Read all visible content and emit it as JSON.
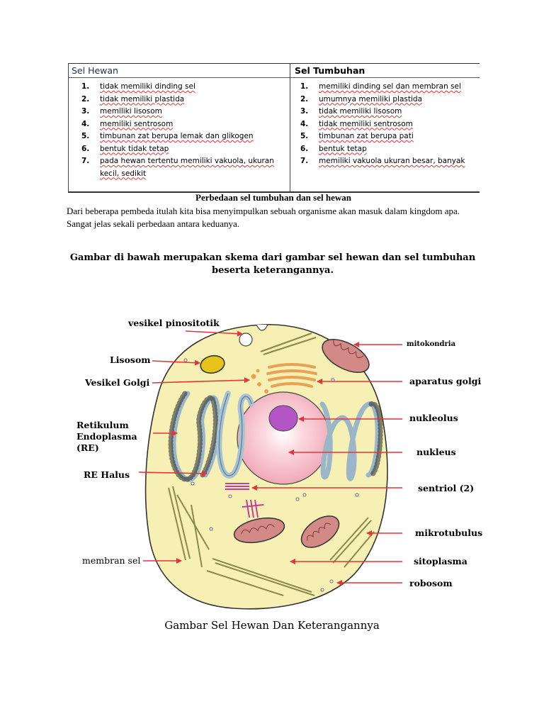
{
  "table": {
    "left_header": "Sel Hewan",
    "right_header": "Sel Tumbuhan",
    "left_items": [
      {
        "num": "1.",
        "text": "tidak memiliki dinding sel"
      },
      {
        "num": "2.",
        "text": "tidak memiliki plastida"
      },
      {
        "num": "3.",
        "text": "memiliki lisosom"
      },
      {
        "num": "4.",
        "text": "memiliki sentrosom"
      },
      {
        "num": "5.",
        "text": "timbunan zat berupa lemak dan glikogen"
      },
      {
        "num": "6.",
        "text": "bentuk tidak tetap"
      },
      {
        "num": "7.",
        "text": "pada hewan tertentu memiliki vakuola, ukuran kecil, sedikit"
      }
    ],
    "right_items": [
      {
        "num": "1.",
        "text": "memiliki dinding sel dan membran sel"
      },
      {
        "num": "2.",
        "text": "umumnya memiliki plastida"
      },
      {
        "num": "3.",
        "text": "tidak memiliki lisosom"
      },
      {
        "num": "4.",
        "text": "tidak memiliki sentrosom"
      },
      {
        "num": "5.",
        "text": "timbunan zat berupa pati"
      },
      {
        "num": "6.",
        "text": "bentuk tetap"
      },
      {
        "num": "7.",
        "text": "memiliki vakuola ukuran besar, banyak"
      }
    ]
  },
  "caption_table": "Perbedaan sel tumbuhan dan sel hewan",
  "paragraph": "Dari beberapa pembeda itulah kita bisa menyimpulkan sebuah organisme akan masuk dalam kingdom apa. Sangat jelas sekali perbedaan antara keduanya.",
  "intro": "Gambar di bawah merupakan skema dari gambar sel hewan dan sel tumbuhan beserta keterangannya.",
  "diagram": {
    "labels_left": {
      "vesikel_pinositotik": "vesikel pinositotik",
      "lisosom": "Lisosom",
      "vesikel_golgi": "Vesikel Golgi",
      "retikulum": "Retikulum Endoplasma (RE)",
      "re_halus": "RE Halus",
      "membran_sel": "membran sel"
    },
    "labels_right": {
      "mitokondria": "mitokondria",
      "aparatus_golgi": "aparatus golgi",
      "nukleolus": "nukleolus",
      "nukleus": "nukleus",
      "sentriol": "sentriol (2)",
      "mikrotubulus": "mikrotubulus",
      "sitoplasma": "sitoplasma",
      "robosom": "robosom"
    },
    "colors": {
      "cytoplasm": "#f6f0b4",
      "nucleus": "#f5c3cc",
      "nucleolus": "#b455c7",
      "golgi": "#e9a253",
      "mitochondria": "#d38a86",
      "lysosome": "#e6c21a",
      "er": "#a8c2d4",
      "arrow": "#e8333a"
    }
  },
  "caption_figure": "Gambar Sel Hewan Dan Keterangannya"
}
